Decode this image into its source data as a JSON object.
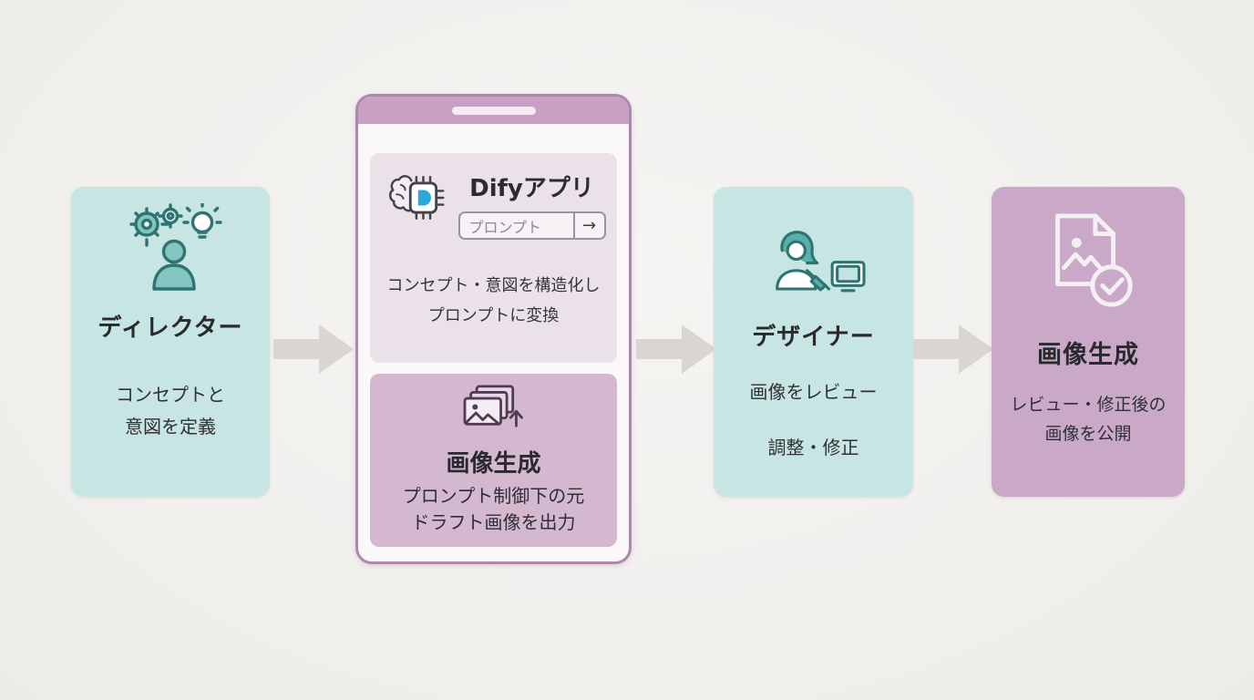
{
  "colors": {
    "background": "#f1efec",
    "teal_card": "#c7e5e2",
    "mauve_card": "#c9a9c7",
    "phone_frame": "#ae88ab",
    "phone_header": "#c7a0c4",
    "subcard_light": "#ebe2e9",
    "subcard_purple": "#d3b8d0",
    "arrow": "#d9d6d1",
    "icon_teal": "#2f7472",
    "icon_purple": "#533b55",
    "dify_logo_blue": "#2ba7da",
    "text": "#2e2e34"
  },
  "cards": {
    "director": {
      "title": "ディレクター",
      "description": "コンセプトと\n意図を定義"
    },
    "dify_app": {
      "title": "Difyアプリ",
      "prompt_placeholder": "プロンプト",
      "submit_arrow": "→",
      "description": "コンセプト・意図を構造化し\nプロンプトに変換"
    },
    "image_gen_draft": {
      "title": "画像生成",
      "description": "プロンプト制御下の元\nドラフト画像を出力"
    },
    "designer": {
      "title": "デザイナー",
      "line1": "画像をレビュー",
      "line2": "調整・修正"
    },
    "final_output": {
      "title": "画像生成",
      "description": "レビュー・修正後の\n画像を公開"
    }
  }
}
